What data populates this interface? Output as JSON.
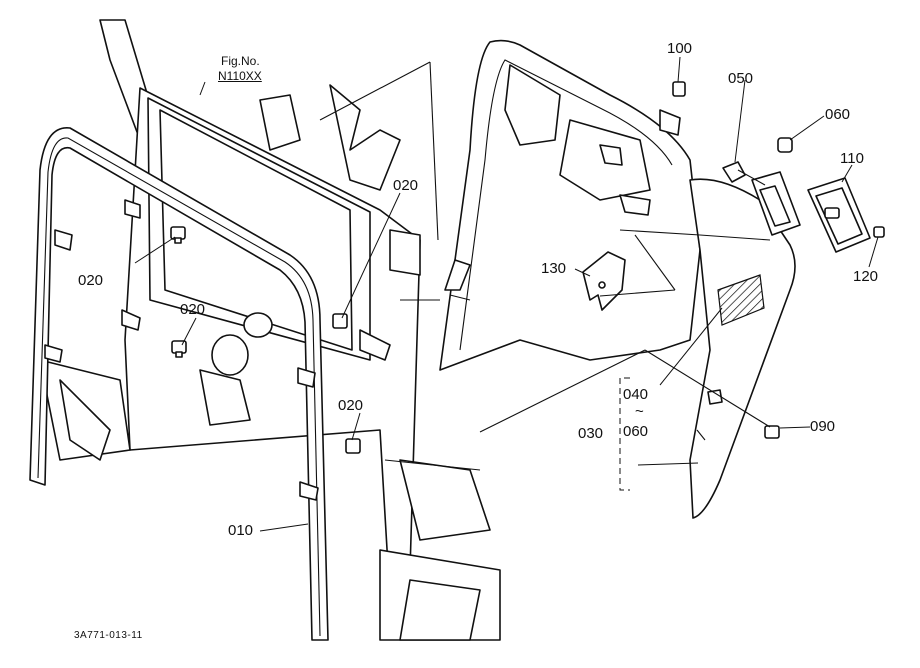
{
  "figure_ref": {
    "line1": "Fig.No.",
    "line2": "N110XX"
  },
  "drawing_code": "3A771-013-11",
  "parts": {
    "p010": "010",
    "p020_a": "020",
    "p020_b": "020",
    "p020_c": "020",
    "p020_d": "020",
    "p030": "030",
    "p040": "040",
    "range_sep": "~",
    "p060_range": "060",
    "p050": "050",
    "p060": "060",
    "p090": "090",
    "p100": "100",
    "p110": "110",
    "p120": "120",
    "p130": "130"
  }
}
